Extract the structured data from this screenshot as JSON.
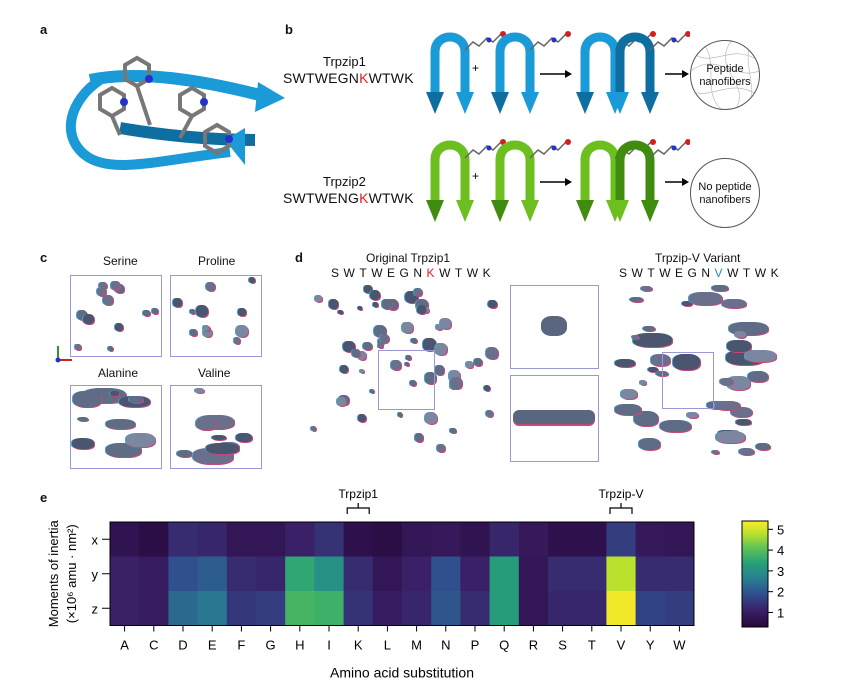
{
  "panels": {
    "a": {
      "letter": "a"
    },
    "b": {
      "letter": "b",
      "rows": [
        {
          "name": "Trpzip1",
          "seq_pre": "SWTWEGN",
          "seq_hl": "K",
          "seq_post": "WTWK",
          "outcome": "Peptide\nnanofibers",
          "fold_color": "#1a9ad6",
          "fold_dark": "#0f6ea0"
        },
        {
          "name": "Trpzip2",
          "seq_pre": "SWTWENG",
          "seq_hl": "K",
          "seq_post": "WTWK",
          "outcome": "No peptide\nnanofibers",
          "fold_color": "#6cbf1f",
          "fold_dark": "#3f8c0f"
        }
      ],
      "plus": "+"
    },
    "c": {
      "letter": "c",
      "boxes": [
        "Serine",
        "Proline",
        "Alanine",
        "Valine"
      ]
    },
    "d": {
      "letter": "d",
      "left_title": "Original Trpzip1",
      "left_seq": [
        "S",
        "W",
        "T",
        "W",
        "E",
        "G",
        "N",
        "K",
        "W",
        "T",
        "W",
        "K"
      ],
      "left_hl_index": 7,
      "right_title": "Trpzip-V Variant",
      "right_seq": [
        "S",
        "W",
        "T",
        "W",
        "E",
        "G",
        "N",
        "V",
        "W",
        "T",
        "W",
        "K"
      ],
      "right_hl_index": 7
    },
    "e": {
      "letter": "e"
    }
  },
  "chart_data": {
    "type": "heatmap",
    "xlabel": "Amino acid substitution",
    "ylabel_line1": "Moments of inertia",
    "ylabel_line2": "(×10⁶ amu · nm²)",
    "categories": [
      "A",
      "C",
      "D",
      "E",
      "F",
      "G",
      "H",
      "I",
      "K",
      "L",
      "M",
      "N",
      "P",
      "Q",
      "R",
      "S",
      "T",
      "V",
      "Y",
      "W"
    ],
    "rows": [
      "x",
      "y",
      "z"
    ],
    "values": [
      [
        0.7,
        0.5,
        1.3,
        1.2,
        0.8,
        0.8,
        1.1,
        1.4,
        0.6,
        0.5,
        0.8,
        0.9,
        0.7,
        1.2,
        0.9,
        0.6,
        0.6,
        1.6,
        0.9,
        0.8
      ],
      [
        1.1,
        1.0,
        1.9,
        2.1,
        1.3,
        1.2,
        3.5,
        3.0,
        1.3,
        0.8,
        1.1,
        1.9,
        1.1,
        3.3,
        0.8,
        1.3,
        1.3,
        4.8,
        1.3,
        1.3
      ],
      [
        1.1,
        1.0,
        2.3,
        2.5,
        1.5,
        1.6,
        3.8,
        3.7,
        1.4,
        1.0,
        1.2,
        2.0,
        1.3,
        3.3,
        0.8,
        1.2,
        1.2,
        5.3,
        1.7,
        1.6
      ]
    ],
    "colorbar": {
      "min": 0.3,
      "max": 5.4,
      "ticks": [
        "1",
        "2",
        "3",
        "4",
        "5"
      ]
    },
    "annotations": [
      {
        "label": "Trpzip1",
        "category": "K"
      },
      {
        "label": "Trpzip-V",
        "category": "V"
      }
    ]
  }
}
